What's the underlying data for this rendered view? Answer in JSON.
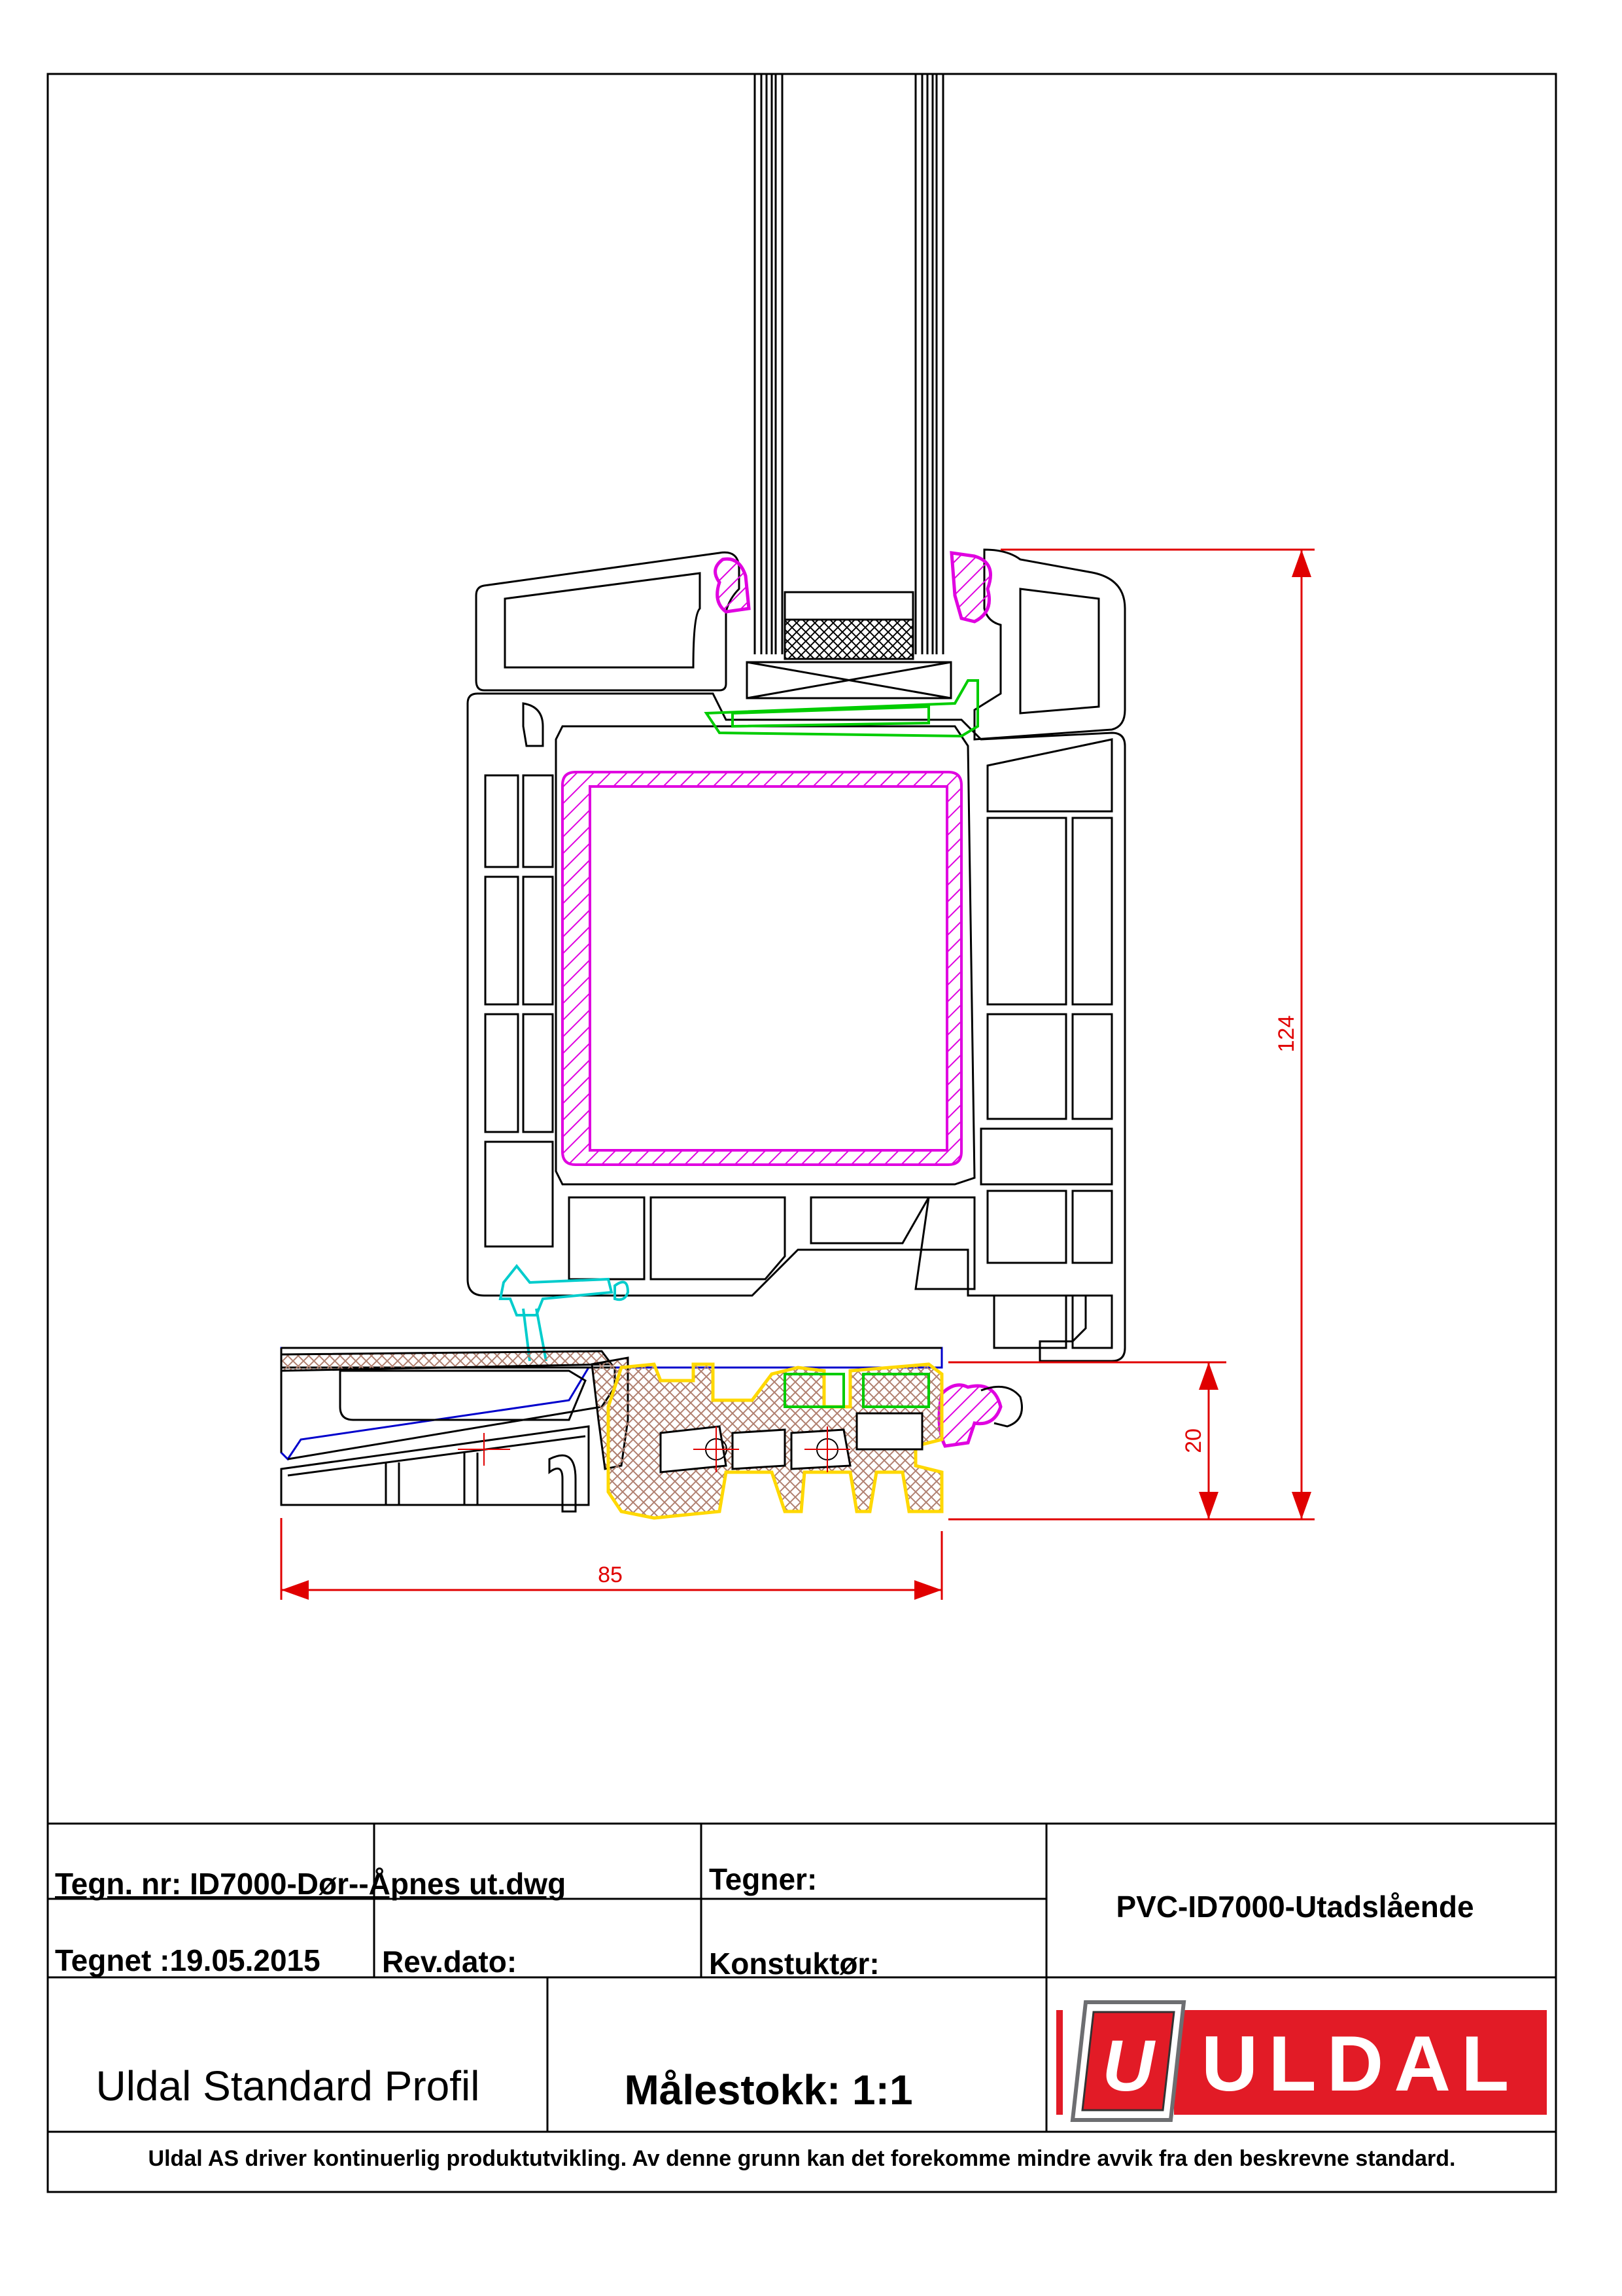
{
  "drawing": {
    "dimensions": {
      "height_total": "124",
      "height_sill": "20",
      "width_sill": "85"
    }
  },
  "title_block": {
    "drawing_number": "Tegn. nr: ID7000-Dør--Åpnes ut.dwg",
    "drawn_date": "Tegnet :19.05.2015",
    "rev_date": "Rev.dato:",
    "drafter": "Tegner:",
    "designer": "Konstuktør:",
    "product": "PVC-ID7000-Utadslående",
    "profile_name": "Uldal Standard Profil",
    "scale": "Målestokk: 1:1",
    "logo_text": "ULDAL",
    "disclaimer": "Uldal AS driver kontinuerlig produktutvikling. Av denne grunn kan det forekomme mindre avvik fra den beskrevne standard."
  },
  "colors": {
    "outline": "#000000",
    "dimension": "#e00000",
    "reinforcement": "#e000e0",
    "gasket": "#e000e0",
    "glazing_bead": "#00cc00",
    "sill_seal": "#00cccc",
    "threshold": "#ffd800",
    "brand_red": "#e21b26"
  }
}
